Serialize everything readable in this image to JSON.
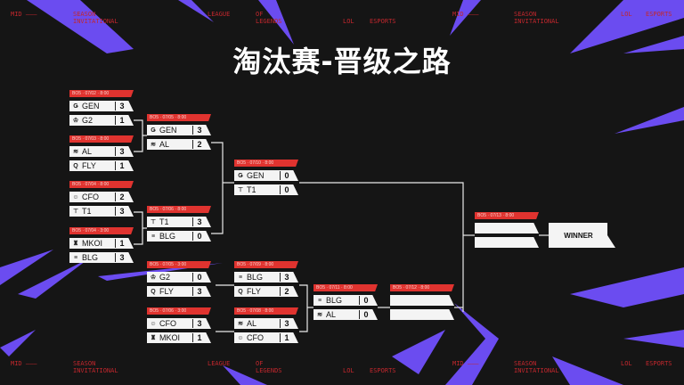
{
  "title": "淘汰赛-晋级之路",
  "ticker": [
    "MID ———",
    "SEASON",
    "INVITATIONAL",
    "LEAGUE",
    "OF",
    "LEGENDS",
    "LOL",
    "ESPORTS",
    "MID ———",
    "SEASON",
    "INVITATIONAL",
    "LOL",
    "ESPORTS"
  ],
  "colors": {
    "background": "#151515",
    "accent": "#e0332f",
    "streak": "#6b4cf0"
  },
  "winner_label": "WINNER",
  "matches": [
    {
      "header": "BO5 · 07/02 · 8:00",
      "teams": [
        {
          "name": "GEN",
          "score": "3",
          "icon": "gen-logo"
        },
        {
          "name": "G2",
          "score": "1",
          "icon": "g2-logo"
        }
      ]
    },
    {
      "header": "BO5 · 07/03 · 8:00",
      "teams": [
        {
          "name": "AL",
          "score": "3",
          "icon": "al-logo"
        },
        {
          "name": "FLY",
          "score": "1",
          "icon": "fly-logo"
        }
      ]
    },
    {
      "header": "BO5 · 07/04 · 8:00",
      "teams": [
        {
          "name": "CFO",
          "score": "2",
          "icon": "cfo-logo"
        },
        {
          "name": "T1",
          "score": "3",
          "icon": "t1-logo"
        }
      ]
    },
    {
      "header": "BO5 · 07/04 · 3:00",
      "teams": [
        {
          "name": "MKOI",
          "score": "1",
          "icon": "mkoi-logo"
        },
        {
          "name": "BLG",
          "score": "3",
          "icon": "blg-logo"
        }
      ]
    },
    {
      "header": "BO5 · 07/05 · 8:00",
      "teams": [
        {
          "name": "GEN",
          "score": "3",
          "icon": "gen-logo"
        },
        {
          "name": "AL",
          "score": "2",
          "icon": "al-logo"
        }
      ]
    },
    {
      "header": "BO5 · 07/06 · 8:00",
      "teams": [
        {
          "name": "T1",
          "score": "3",
          "icon": "t1-logo"
        },
        {
          "name": "BLG",
          "score": "0",
          "icon": "blg-logo"
        }
      ]
    },
    {
      "header": "BO5 · 07/10 · 8:00",
      "teams": [
        {
          "name": "GEN",
          "score": "0",
          "icon": "gen-logo"
        },
        {
          "name": "T1",
          "score": "0",
          "icon": "t1-logo"
        }
      ]
    },
    {
      "header": "BO5 · 07/13 · 8:00",
      "teams": [
        {
          "name": "",
          "score": ""
        },
        {
          "name": "",
          "score": ""
        }
      ]
    },
    {
      "header": "BO5 · 07/05 · 3:00",
      "teams": [
        {
          "name": "G2",
          "score": "0",
          "icon": "g2-logo"
        },
        {
          "name": "FLY",
          "score": "3",
          "icon": "fly-logo"
        }
      ]
    },
    {
      "header": "BO5 · 07/06 · 3:00",
      "teams": [
        {
          "name": "CFO",
          "score": "3",
          "icon": "cfo-logo"
        },
        {
          "name": "MKOI",
          "score": "1",
          "icon": "mkoi-logo"
        }
      ]
    },
    {
      "header": "BO5 · 07/09 · 8:00",
      "teams": [
        {
          "name": "BLG",
          "score": "3",
          "icon": "blg-logo"
        },
        {
          "name": "FLY",
          "score": "2",
          "icon": "fly-logo"
        }
      ]
    },
    {
      "header": "BO5 · 07/08 · 8:00",
      "teams": [
        {
          "name": "AL",
          "score": "3",
          "icon": "al-logo"
        },
        {
          "name": "CFO",
          "score": "1",
          "icon": "cfo-logo"
        }
      ]
    },
    {
      "header": "BO5 · 07/11 · 8:00",
      "teams": [
        {
          "name": "BLG",
          "score": "0",
          "icon": "blg-logo"
        },
        {
          "name": "AL",
          "score": "0",
          "icon": "al-logo"
        }
      ]
    },
    {
      "header": "BO5 · 07/12 · 8:00",
      "teams": [
        {
          "name": "",
          "score": ""
        },
        {
          "name": "",
          "score": ""
        }
      ]
    }
  ]
}
